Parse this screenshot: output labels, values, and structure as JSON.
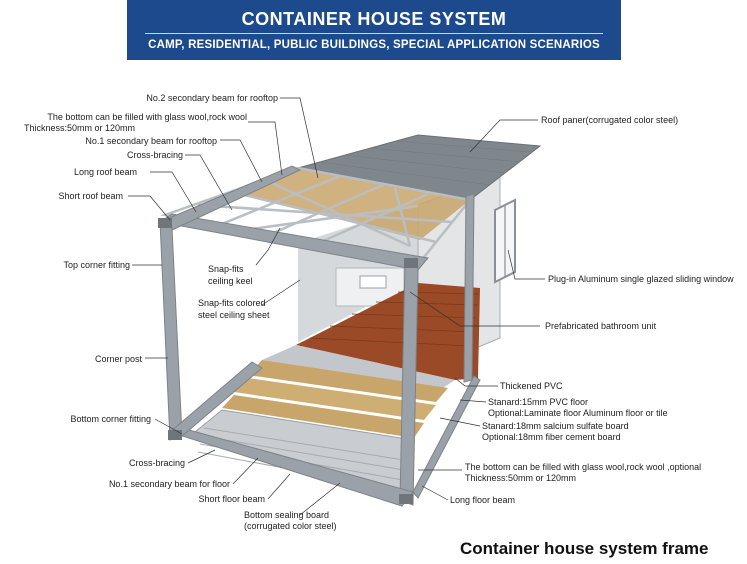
{
  "header": {
    "title": "CONTAINER HOUSE  SYSTEM",
    "subtitle": "CAMP, RESIDENTIAL, PUBLIC BUILDINGS, SPECIAL APPLICATION SCENARIOS"
  },
  "labels": {
    "no2_beam": "No.2 secondary beam for rooftop",
    "fill_top_1": "The bottom can be filled with glass wool,rock wool",
    "fill_top_2": "Thickness:50mm or 120mm",
    "no1_beam_roof": "No.1 secondary beam for rooftop",
    "cross_bracing_top": "Cross-bracing",
    "long_roof_beam": "Long roof beam",
    "short_roof_beam": "Short roof beam",
    "top_corner_fitting": "Top corner fitting",
    "snap_keel_1": "Snap-fits",
    "snap_keel_2": "ceiling keel",
    "snap_sheet_1": "Snap-fits colored",
    "snap_sheet_2": "steel ceiling sheet",
    "corner_post": "Corner post",
    "bottom_corner_fitting": "Bottom corner fitting",
    "cross_bracing_bottom": "Cross-bracing",
    "no1_beam_floor": "No.1 secondary beam for floor",
    "short_floor_beam": "Short floor beam",
    "bottom_sealing_1": "Bottom sealing board",
    "bottom_sealing_2": "(corrugated color steel)",
    "roof_panel": "Roof paner(corrugated color steel)",
    "window": "Plug-in Aluminum single glazed sliding window",
    "bathroom": "Prefabricated bathroom unit",
    "pvc": "Thickened PVC",
    "floor_1": "Stanard:15mm PVC floor",
    "floor_2": "Optional:Laminate floor Aluminum floor or tile",
    "board_1": "Stanard:18mm salcium sulfate board",
    "board_2": "Optional:18mm fiber cement board",
    "fill_bottom_1": "The bottom can be filled with glass wool,rock wool ,optional",
    "fill_bottom_2": "Thickness:50mm or 120mm",
    "long_floor_beam": "Long floor beam"
  },
  "caption": "Container house system frame",
  "colors": {
    "header_bg": "#1d4a8c",
    "frame": "#9aa1a8",
    "roof": "#7f868c",
    "wood_floor": "#9a4a26",
    "insulation": "#c8a56a",
    "wall": "#e3e5e7"
  }
}
